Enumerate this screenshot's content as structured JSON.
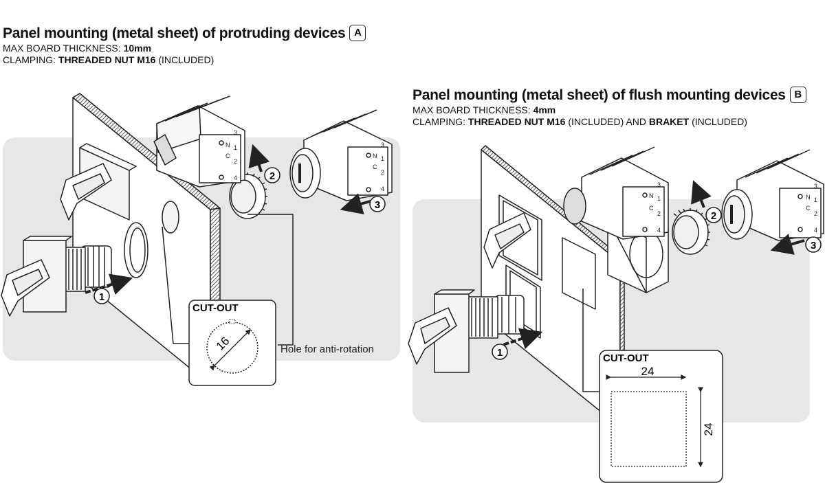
{
  "section_a": {
    "title": "Panel mounting (metal sheet) of protruding devices",
    "badge": "A",
    "thickness_label": "MAX BOARD THICKNESS: ",
    "thickness_value": "10mm",
    "clamping_label": "CLAMPING: ",
    "clamping_value": "THREADED NUT M16",
    "clamping_suffix": " (INCLUDED)",
    "steps": [
      "1",
      "2",
      "3"
    ],
    "cutout_title": "CUT-OUT",
    "cutout_diameter": "16",
    "hole_label": "Hole for anti-rotation"
  },
  "section_b": {
    "title": "Panel mounting (metal sheet) of flush mounting devices",
    "badge": "B",
    "thickness_label": "MAX BOARD THICKNESS: ",
    "thickness_value": "4mm",
    "clamping_label": "CLAMPING: ",
    "clamping_value": "THREADED NUT M16",
    "clamping_mid": " (INCLUDED) AND ",
    "clamping_value2": "BRAKET",
    "clamping_suffix": " (INCLUDED)",
    "steps": [
      "1",
      "2",
      "3"
    ],
    "cutout_title": "CUT-OUT",
    "cutout_width": "24",
    "cutout_height": "24"
  },
  "contact_block": {
    "terminals": [
      "3",
      "1",
      "2",
      "4"
    ],
    "letters": [
      "N",
      "O",
      "N",
      "C"
    ]
  },
  "colors": {
    "panel_bg": "#e6e7e8",
    "line": "#222222"
  }
}
